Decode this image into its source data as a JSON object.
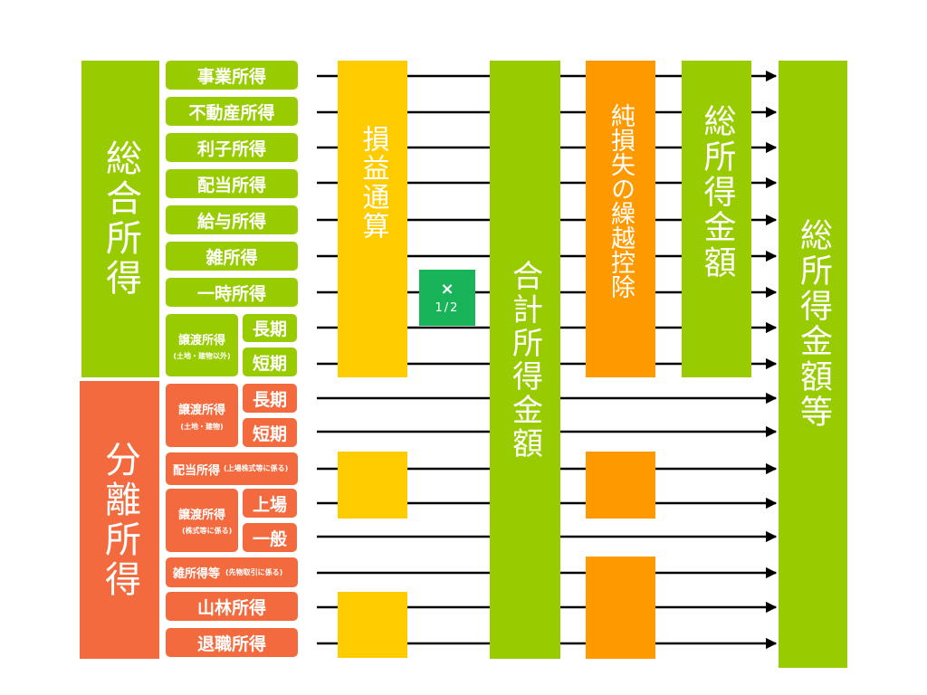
{
  "categories": {
    "sogo": "総合所得",
    "bunri": "分離所得"
  },
  "sogo_items": [
    "事業所得",
    "不動産所得",
    "利子所得",
    "配当所得",
    "給与所得",
    "雑所得",
    "一時所得"
  ],
  "joto_general": {
    "title": "譲渡所得",
    "note": "(土地・建物以外)",
    "long": "長期",
    "short": "短期"
  },
  "joto_land": {
    "title": "譲渡所得",
    "note": "(土地・建物)",
    "long": "長期",
    "short": "短期"
  },
  "haito_listed": {
    "title": "配当所得",
    "note": "(上場株式等に係る)"
  },
  "joto_stock": {
    "title": "譲渡所得",
    "note": "(株式等に係る)",
    "listed": "上場",
    "general": "一般"
  },
  "zatsu_futures": {
    "title": "雑所得等",
    "note": "(先物取引に係る)"
  },
  "sanrin": "山林所得",
  "taishoku": "退職所得",
  "steps": {
    "soneki": "損益通算",
    "half_mark": "×",
    "half_value": "1/2",
    "gokei": "合計所得金額",
    "kurikoshi": "純損失の繰越控除",
    "sohotoku": "総所得金額",
    "final": "総所得金額等"
  },
  "colors": {
    "green": "#98cc00",
    "red": "#f26a3d",
    "yellow": "#ffcc00",
    "orange": "#ff9900",
    "teal": "#19b45a"
  }
}
